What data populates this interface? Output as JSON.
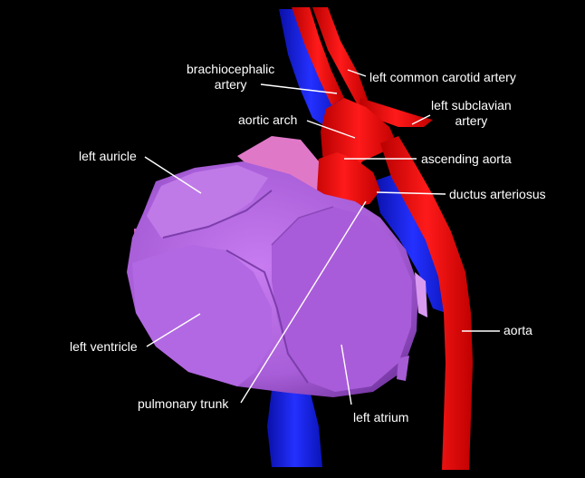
{
  "colors": {
    "background": "#000000",
    "heart": "#b56ae3",
    "heart_dark": "#8e48c0",
    "heart_light": "#cf8cf0",
    "auricle_pink": "#e078c8",
    "artery_red": "#ff1010",
    "artery_dark": "#b80000",
    "vein_blue": "#1a24ff",
    "vein_dark": "#0a10a8",
    "label": "#ffffff",
    "leader": "#ffffff"
  },
  "labels": {
    "brachiocephalic_artery": {
      "line1": "brachiocephalic",
      "line2": "artery"
    },
    "left_common_carotid_artery": "left common carotid artery",
    "left_subclavian_artery": {
      "line1": "left subclavian",
      "line2": "artery"
    },
    "aortic_arch": "aortic arch",
    "left_auricle": "left auricle",
    "ascending_aorta": "ascending aorta",
    "ductus_arteriosus": "ductus arteriosus",
    "aorta": "aorta",
    "left_ventricle": "left ventricle",
    "pulmonary_trunk": "pulmonary trunk",
    "left_atrium": "left atrium"
  }
}
